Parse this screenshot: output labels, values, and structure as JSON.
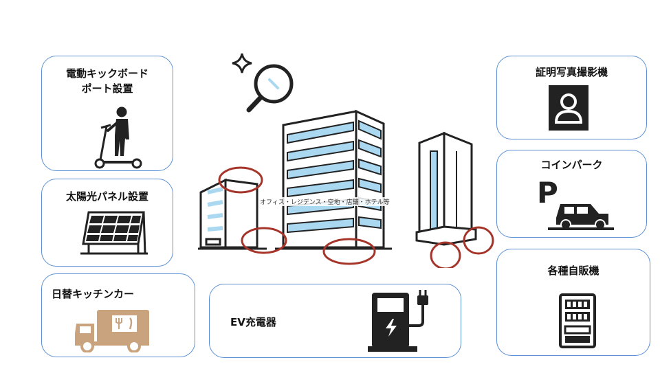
{
  "center_caption": "オフィス・レジデンス・空地・店舗・ホテル等",
  "services": {
    "kickboard": {
      "line1": "電動キックボード",
      "line2": "ポート設置"
    },
    "solar": {
      "label": "太陽光パネル設置"
    },
    "food_truck": {
      "label": "日替キッチンカー"
    },
    "ev": {
      "label": "EV充電器"
    },
    "photo_booth": {
      "label": "証明写真撮影機"
    },
    "coin_parking": {
      "label": "コインパーク",
      "sign": "P"
    },
    "vending": {
      "label": "各種自販機"
    }
  },
  "colors": {
    "frame": "#5b8fd3",
    "accent_blue": "#a9d8f0",
    "marker": "#a5352a",
    "ink": "#222222",
    "truck": "#c9a27e"
  }
}
